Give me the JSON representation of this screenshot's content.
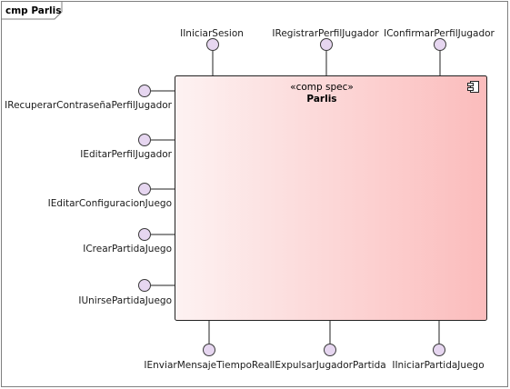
{
  "frame": {
    "title": "cmp Parlis"
  },
  "component": {
    "stereotype": "«comp spec»",
    "name": "Parlis",
    "fill_light": "#fdf2f2",
    "fill_dark": "#fbbcbc",
    "border_color": "#222222"
  },
  "interfaces": {
    "top": [
      {
        "label": "IIniciarSesion"
      },
      {
        "label": "IRegistrarPerfilJugador"
      },
      {
        "label": "IConfirmarPerfilJugador"
      }
    ],
    "left": [
      {
        "label": "IRecuperarContraseñaPerfilJugador"
      },
      {
        "label": "IEditarPerfilJugador"
      },
      {
        "label": "IEditarConfiguracionJuego"
      },
      {
        "label": "ICrearPartidaJuego"
      },
      {
        "label": "IUnirsePartidaJuego"
      }
    ],
    "bottom": [
      {
        "label": "IEnviarMensajeTiempoReal"
      },
      {
        "label": "IExpulsarJugadorPartida"
      },
      {
        "label": "IIniciarPartidaJuego"
      }
    ],
    "circle_fill": "#e6d6f0",
    "circle_stroke": "#3a3a3a"
  }
}
